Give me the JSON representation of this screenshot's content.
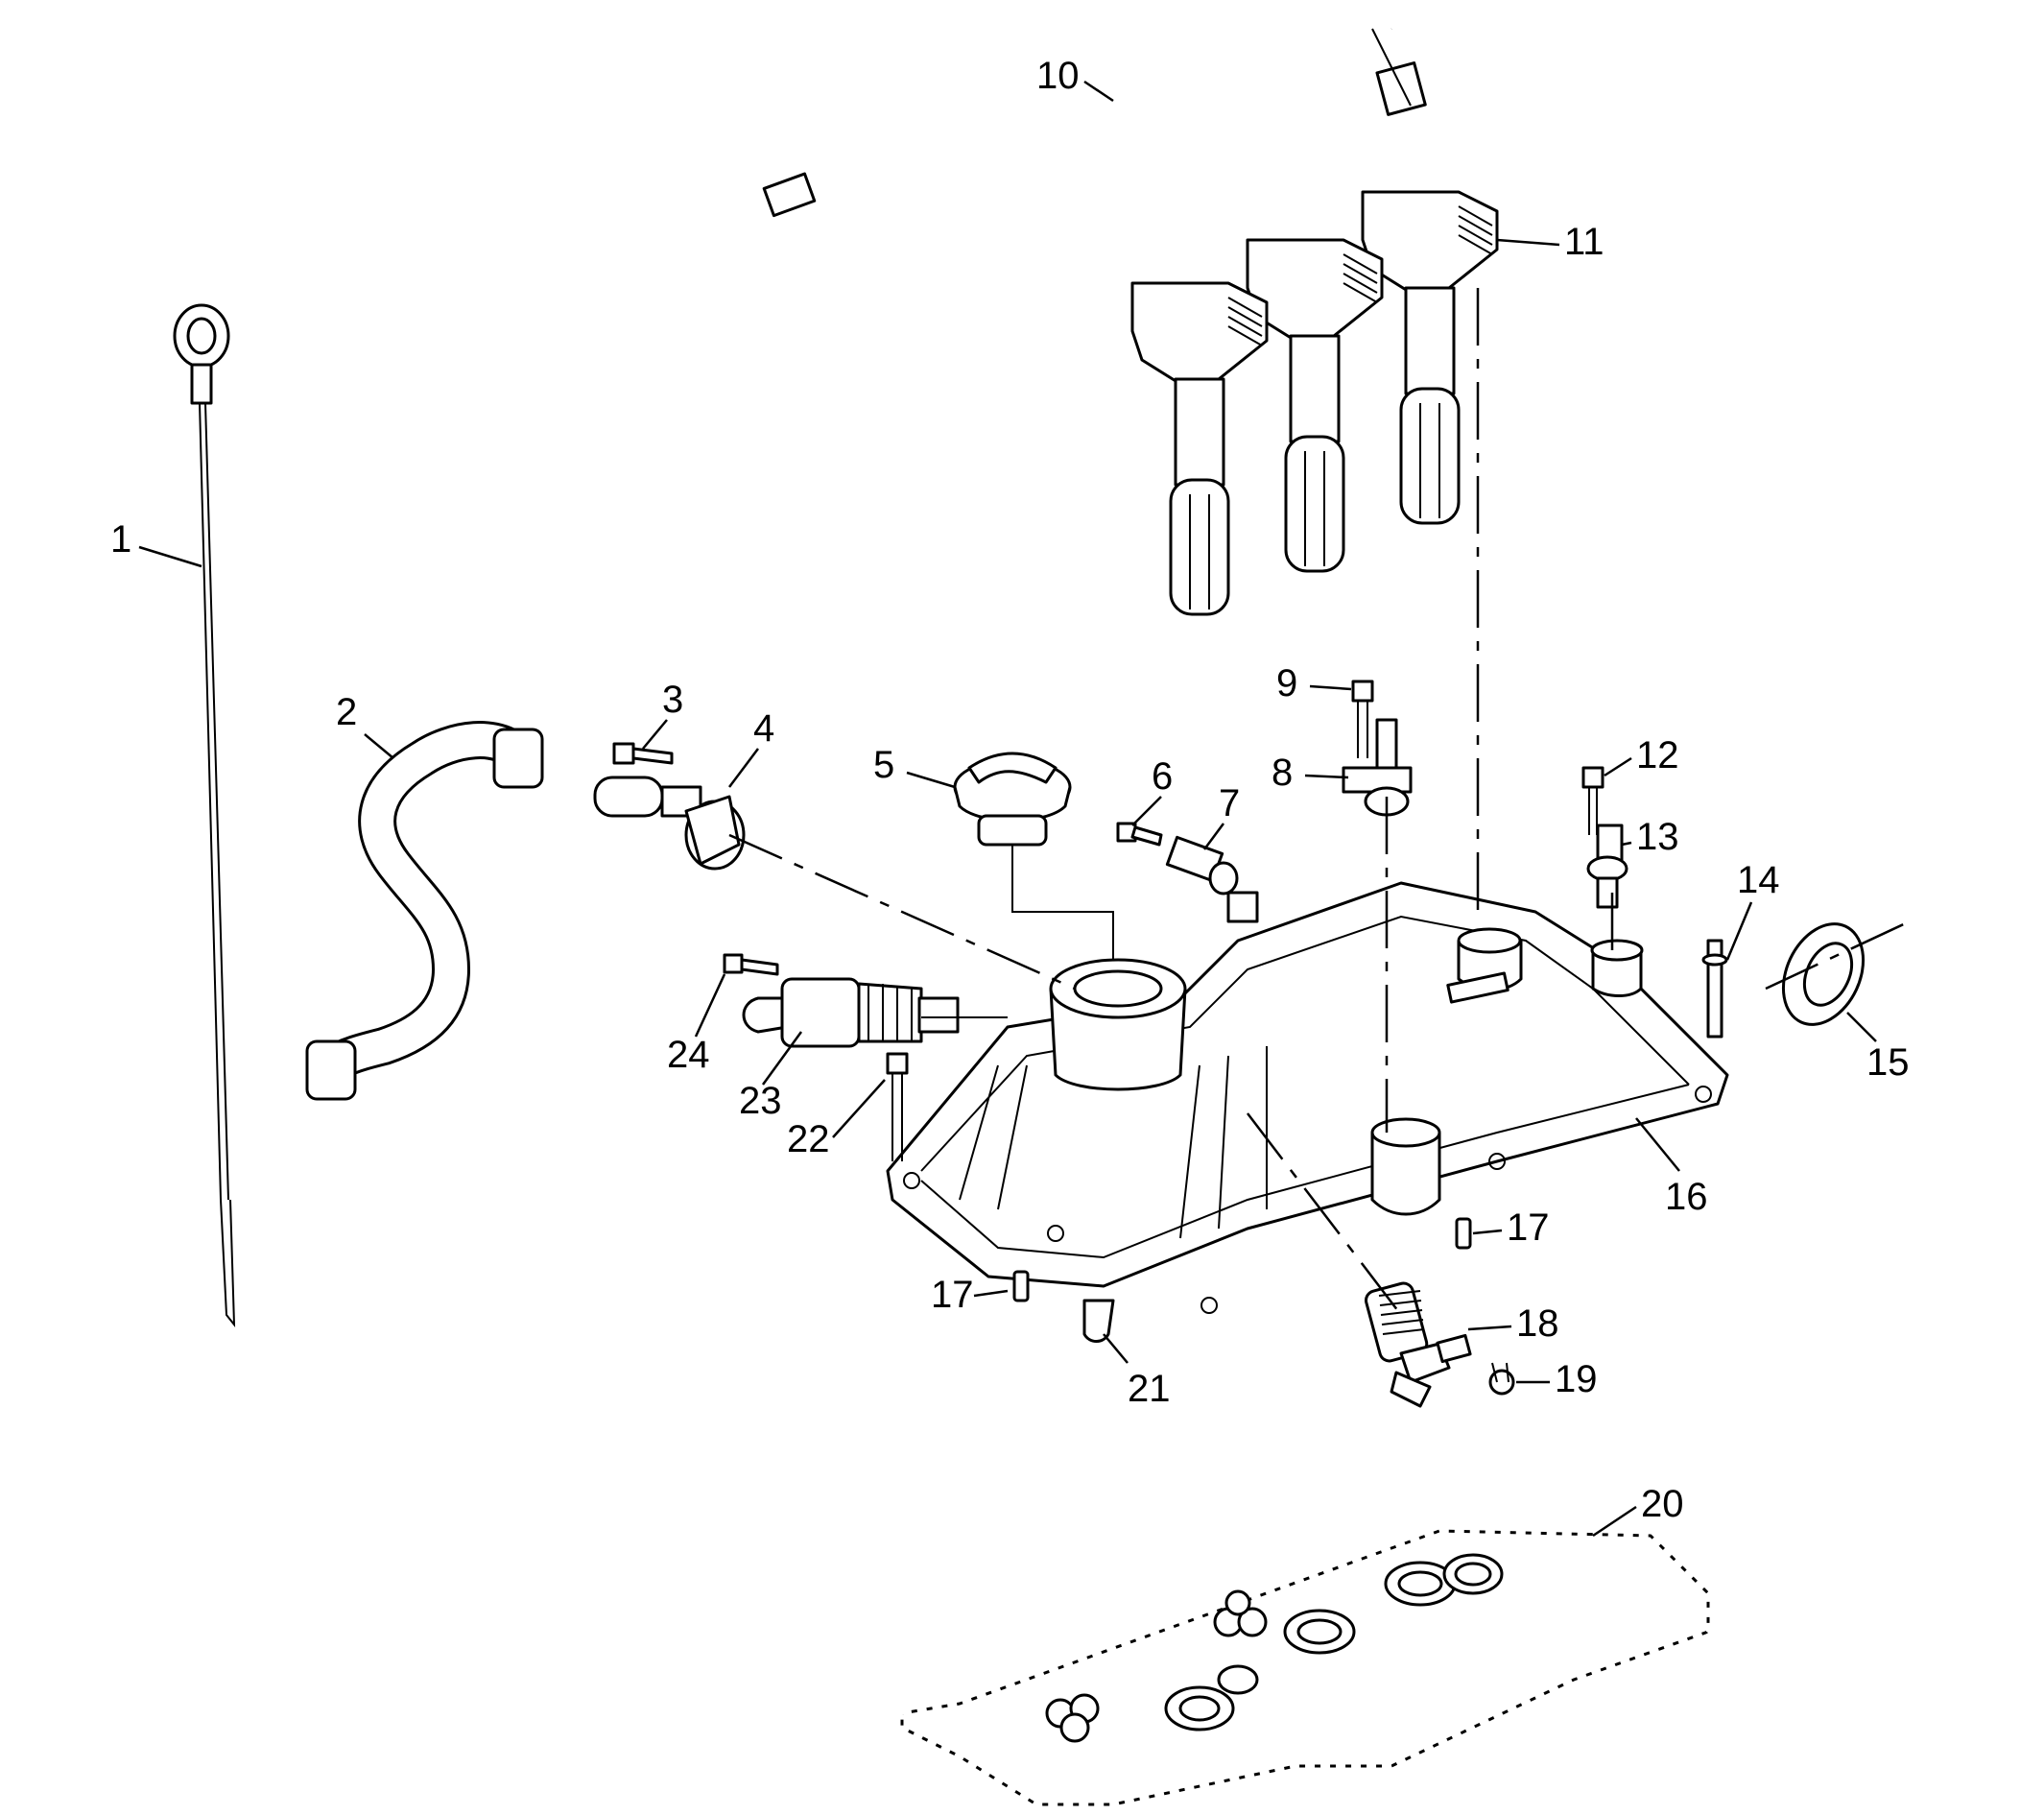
{
  "diagram": {
    "callouts": [
      {
        "id": "c1",
        "label": "1"
      },
      {
        "id": "c2",
        "label": "2"
      },
      {
        "id": "c3",
        "label": "3"
      },
      {
        "id": "c4",
        "label": "4"
      },
      {
        "id": "c5",
        "label": "5"
      },
      {
        "id": "c6",
        "label": "6"
      },
      {
        "id": "c7",
        "label": "7"
      },
      {
        "id": "c8",
        "label": "8"
      },
      {
        "id": "c9",
        "label": "9"
      },
      {
        "id": "c10",
        "label": "10"
      },
      {
        "id": "c11",
        "label": "11"
      },
      {
        "id": "c12",
        "label": "12"
      },
      {
        "id": "c13",
        "label": "13"
      },
      {
        "id": "c14",
        "label": "14"
      },
      {
        "id": "c15",
        "label": "15"
      },
      {
        "id": "c16",
        "label": "16"
      },
      {
        "id": "c17a",
        "label": "17"
      },
      {
        "id": "c17b",
        "label": "17"
      },
      {
        "id": "c18",
        "label": "18"
      },
      {
        "id": "c19",
        "label": "19"
      },
      {
        "id": "c20",
        "label": "20"
      },
      {
        "id": "c21",
        "label": "21"
      },
      {
        "id": "c22",
        "label": "22"
      },
      {
        "id": "c23",
        "label": "23"
      },
      {
        "id": "c24",
        "label": "24"
      }
    ]
  }
}
